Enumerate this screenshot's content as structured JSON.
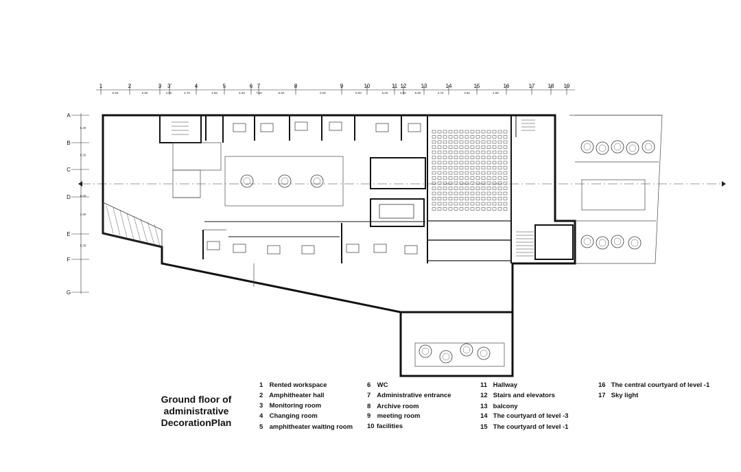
{
  "title": {
    "lines": [
      "Ground floor of",
      "administrative",
      "DecorationPlan"
    ]
  },
  "legend": [
    {
      "num": "1",
      "label": "Rented workspace"
    },
    {
      "num": "2",
      "label": "Amphitheater hall"
    },
    {
      "num": "3",
      "label": "Monitoring room"
    },
    {
      "num": "4",
      "label": "Changing room"
    },
    {
      "num": "5",
      "label": "amphitheater waiting room"
    },
    {
      "num": "6",
      "label": "WC"
    },
    {
      "num": "7",
      "label": "Administrative entrance"
    },
    {
      "num": "8",
      "label": "Archive room"
    },
    {
      "num": "9",
      "label": "meeting room"
    },
    {
      "num": "10",
      "label": "facilities"
    },
    {
      "num": "11",
      "label": "Hallway"
    },
    {
      "num": "12",
      "label": "Stairs and elevators"
    },
    {
      "num": "13",
      "label": "balcony"
    },
    {
      "num": "14",
      "label": "The courtyard of level -3"
    },
    {
      "num": "15",
      "label": "The courtyard of level -1"
    },
    {
      "num": "16",
      "label": "The central courtyard  of level -1"
    },
    {
      "num": "17",
      "label": "Sky light"
    }
  ],
  "grid_columns": [
    "1",
    "2",
    "3",
    "3'",
    "4",
    "5",
    "6",
    "7",
    "8",
    "9",
    "10",
    "11",
    "12",
    "13",
    "14",
    "15",
    "16",
    "17",
    "18",
    "19"
  ],
  "grid_rows": [
    "A",
    "B",
    "C",
    "D",
    "E",
    "F",
    "G"
  ],
  "column_dimensions": [
    "5.50",
    "5.50",
    "2.00",
    "4.70",
    "4.85",
    "5.30",
    "7.50",
    "6.50",
    "5.00",
    "5.00",
    "5.00",
    "5.00",
    "5.50",
    "4.70",
    "3.60",
    "2.90"
  ],
  "row_dimensions": [
    "5.30",
    "5.30",
    "6.30",
    "4.80",
    "5.35"
  ]
}
